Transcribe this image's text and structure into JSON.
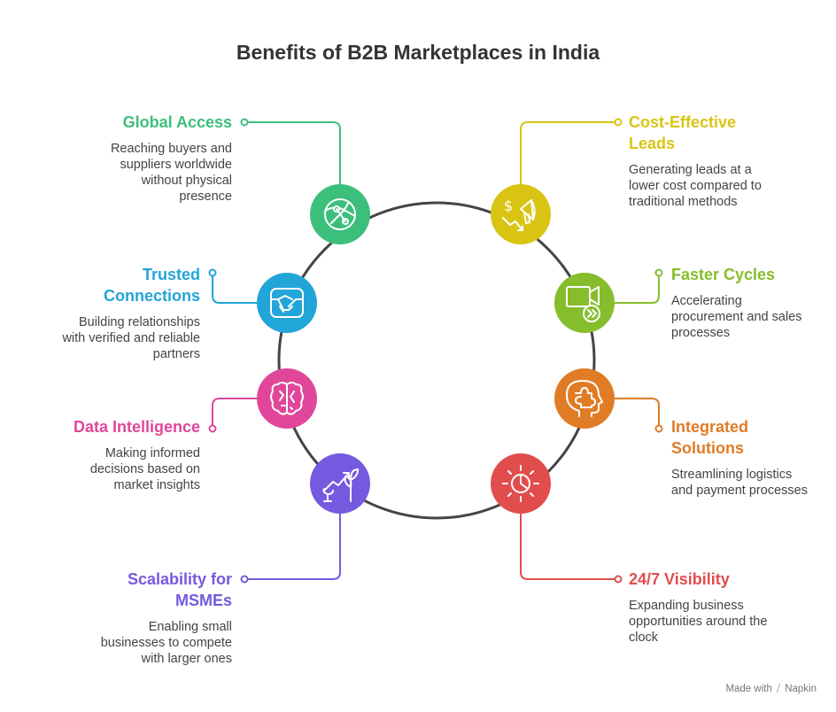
{
  "title": "Benefits of B2B Marketplaces in India",
  "colors": {
    "global": "#3dbf7c",
    "cost": "#d9c414",
    "trusted": "#22a5d8",
    "faster": "#86bd2c",
    "data": "#e0479a",
    "integrated": "#e07c26",
    "scalability": "#7559de",
    "visibility": "#e14d4d"
  },
  "items": {
    "global": {
      "title": "Global Access",
      "desc": [
        "Reaching buyers and",
        "suppliers worldwide",
        "without physical",
        "presence"
      ],
      "icon": "globe-icon"
    },
    "cost": {
      "title": [
        "Cost-Effective",
        "Leads"
      ],
      "desc": [
        "Generating leads at a",
        "lower cost compared to",
        "traditional methods"
      ],
      "icon": "megaphone-icon"
    },
    "trusted": {
      "title": [
        "Trusted",
        "Connections"
      ],
      "desc": [
        "Building relationships",
        "with verified and reliable",
        "partners"
      ],
      "icon": "handshake-icon"
    },
    "faster": {
      "title": "Faster Cycles",
      "desc": [
        "Accelerating",
        "procurement and sales",
        "processes"
      ],
      "icon": "fast-forward-video-icon"
    },
    "data": {
      "title": "Data Intelligence",
      "desc": [
        "Making informed",
        "decisions based on",
        "market insights"
      ],
      "icon": "brain-icon"
    },
    "integrated": {
      "title": [
        "Integrated",
        "Solutions"
      ],
      "desc": [
        "Streamlining logistics",
        "and payment processes"
      ],
      "icon": "head-puzzle-icon"
    },
    "scalability": {
      "title": [
        "Scalability for",
        "MSMEs"
      ],
      "desc": [
        "Enabling small",
        "businesses to compete",
        "with larger ones"
      ],
      "icon": "growth-plant-icon"
    },
    "visibility": {
      "title": "24/7 Visibility",
      "desc": [
        "Expanding business",
        "opportunities around the",
        "clock"
      ],
      "icon": "sun-clock-icon"
    }
  },
  "footer": {
    "made_with": "Made with",
    "brand": "Napkin"
  }
}
